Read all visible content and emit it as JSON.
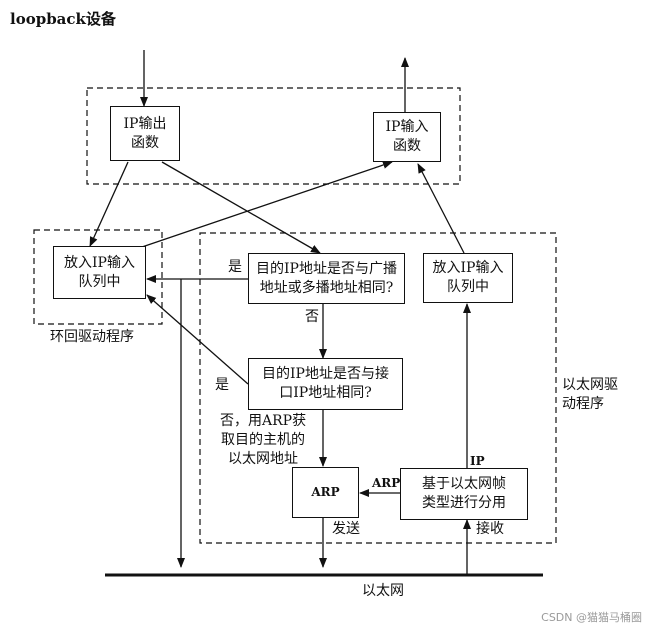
{
  "title": "loopback设备",
  "nodes": {
    "ip_out": [
      "IP输出",
      "函数"
    ],
    "ip_in": [
      "IP输入",
      "函数"
    ],
    "loop_queue": [
      "放入IP输入",
      "队列中"
    ],
    "eth_queue": [
      "放入IP输入",
      "队列中"
    ],
    "dst_bcast": [
      "目的IP地址是否与广播",
      "地址或多播地址相同?"
    ],
    "dst_iface": [
      "目的IP地址是否与接",
      "口IP地址相同?"
    ],
    "arp": "ARP",
    "demux": [
      "基于以太网帧",
      "类型进行分用"
    ]
  },
  "labels": {
    "yes1": "是",
    "no1": "否",
    "yes2": "是",
    "no2_arp": [
      "否，用ARP获",
      "取目的主机的",
      "以太网地址"
    ],
    "loop_driver": "环回驱动程序",
    "eth_driver": [
      "以太网驱",
      "动程序"
    ],
    "arp_edge": "ARP",
    "ip_edge": "IP",
    "send": "发送",
    "recv": "接收",
    "ethernet": "以太网"
  },
  "watermark": "CSDN @猫猫马桶圈"
}
